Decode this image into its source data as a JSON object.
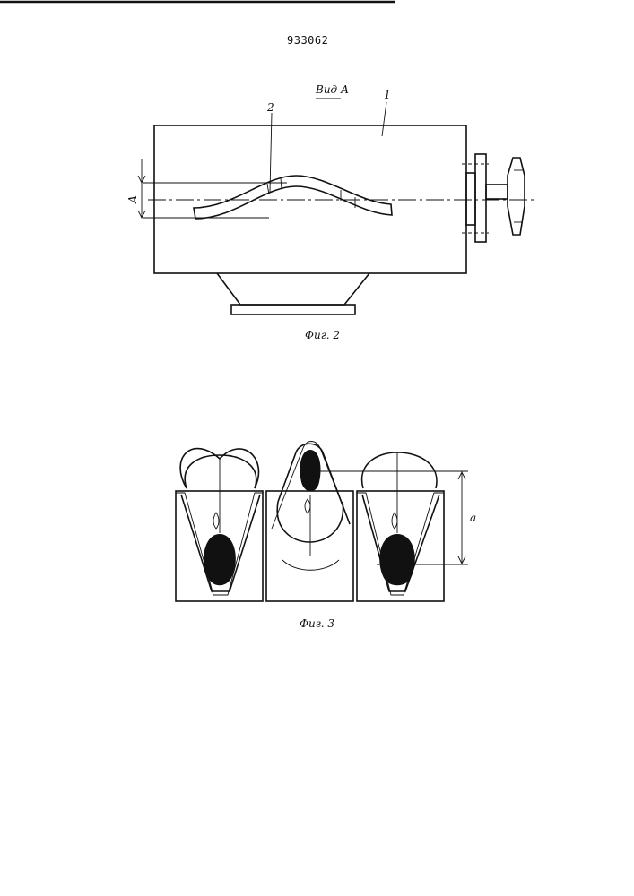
{
  "header": {
    "patent_number": "933062"
  },
  "figure2": {
    "view_label": "Вид А",
    "callout_1": "1",
    "callout_2": "2",
    "dimension_label": "А",
    "caption": "Фиг. 2"
  },
  "figure3": {
    "dimension_label": "а",
    "caption": "Фиг. 3"
  },
  "colors": {
    "ink": "#111111",
    "paper": "#ffffff"
  }
}
